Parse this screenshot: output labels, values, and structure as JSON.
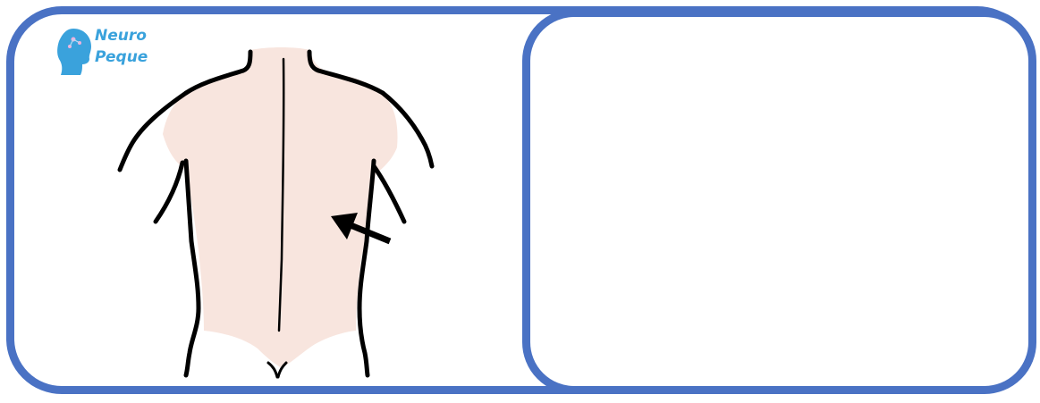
{
  "logo": {
    "line_1": "Neuro",
    "line_2": "Peque",
    "icon": "child-head-icon",
    "color": "#3aa2dc"
  },
  "illustration": {
    "subject": "human-back",
    "marker": "arrow-icon",
    "skin_color": "#f8e5de",
    "outline_color": "#000000"
  },
  "frame": {
    "border_color": "#4a72c4"
  },
  "answer_panel": {
    "content": ""
  }
}
